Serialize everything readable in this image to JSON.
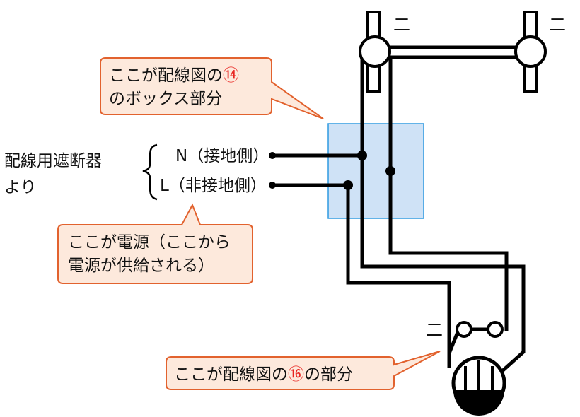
{
  "colors": {
    "box_fill": "#cfe2f6",
    "box_stroke": "#2f9ae0",
    "callout_fill": "#fde9dc",
    "callout_stroke": "#e2622e",
    "wire": "#000000",
    "highlight": "#e8231f"
  },
  "source": {
    "line1": "配線用遮断器",
    "line2": "より",
    "n_label": "N（接地側）",
    "l_label": "L（非接地側）"
  },
  "symbols": {
    "ni_top_left": "二",
    "ni_top_right": "二",
    "ni_bottom": "二"
  },
  "callouts": {
    "box": {
      "line1_pre": "ここが配線図の",
      "line1_num": "⑭",
      "line2": "のボックス部分"
    },
    "source": {
      "line1": "ここが電源（ここから",
      "line2": "電源が供給される）"
    },
    "lamp": {
      "pre": "ここが配線図の",
      "num": "⑯",
      "post": "の部分"
    }
  }
}
